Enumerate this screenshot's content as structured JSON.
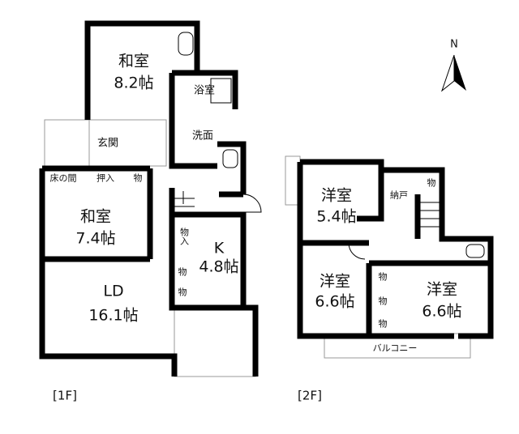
{
  "compass": {
    "label": "N"
  },
  "floor1": {
    "label": "[1F]",
    "rooms": {
      "washitsu1_name": "和室",
      "washitsu1_size": "8.2帖",
      "bath": "浴室",
      "washroom": "洗面",
      "entrance": "玄関",
      "tokonoma": "床の間",
      "oshiire": "押入",
      "storage1": "物",
      "washitsu2_name": "和室",
      "washitsu2_size": "7.4帖",
      "storage_closet": "物入",
      "kitchen_name": "K",
      "kitchen_size": "4.8帖",
      "storage2": "物",
      "storage3": "物",
      "ld_name": "LD",
      "ld_size": "16.1帖"
    }
  },
  "floor2": {
    "label": "[2F]",
    "rooms": {
      "youshitsu1_name": "洋室",
      "youshitsu1_size": "5.4帖",
      "nando": "納戸",
      "storage1": "物",
      "youshitsu2_name": "洋室",
      "youshitsu2_size": "6.6帖",
      "youshitsu3_name": "洋室",
      "youshitsu3_size": "6.6帖",
      "storage2": "物",
      "storage3": "物",
      "storage4": "物",
      "balcony": "バルコニー"
    }
  }
}
